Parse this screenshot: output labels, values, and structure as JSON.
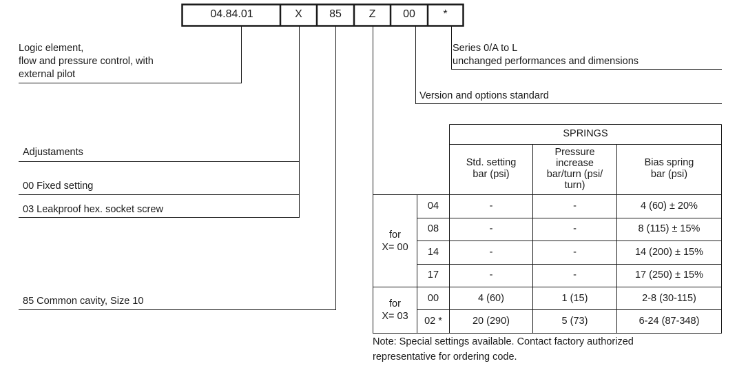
{
  "code_boxes": [
    "04.84.01",
    "X",
    "85",
    "Z",
    "00",
    "*"
  ],
  "labels": {
    "logic_element": "Logic element,\nflow and pressure control, with\nexternal pilot",
    "series": "Series 0/A to L\nunchanged performances and dimensions",
    "version": "Version and options standard",
    "adjustments_heading": "Adjustaments",
    "adjust_00": "00  Fixed setting",
    "adjust_03": "03  Leakproof hex. socket screw",
    "cavity": "85 Common cavity, Size 10"
  },
  "table": {
    "title": "SPRINGS",
    "headers": [
      "Std. setting\nbar (psi)",
      "Pressure\nincrease\nbar/turn (psi/\nturn)",
      "Bias spring\nbar (psi)"
    ],
    "groups": [
      {
        "label": "for\nX= 00",
        "rows": [
          {
            "code": "04",
            "std": "-",
            "pressure": "-",
            "bias": "4 (60) ± 20%"
          },
          {
            "code": "08",
            "std": "-",
            "pressure": "-",
            "bias": "8 (115) ± 15%"
          },
          {
            "code": "14",
            "std": "-",
            "pressure": "-",
            "bias": "14 (200) ± 15%"
          },
          {
            "code": "17",
            "std": "-",
            "pressure": "-",
            "bias": "17 (250) ± 15%"
          }
        ]
      },
      {
        "label": "for\nX= 03",
        "rows": [
          {
            "code": "00",
            "std": "4 (60)",
            "pressure": "1 (15)",
            "bias": "2-8 (30-115)"
          },
          {
            "code": "02 *",
            "std": "20 (290)",
            "pressure": "5 (73)",
            "bias": "6-24 (87-348)"
          }
        ]
      }
    ]
  },
  "note": "Note: Special settings available. Contact factory authorized\nrepresentative for ordering code."
}
